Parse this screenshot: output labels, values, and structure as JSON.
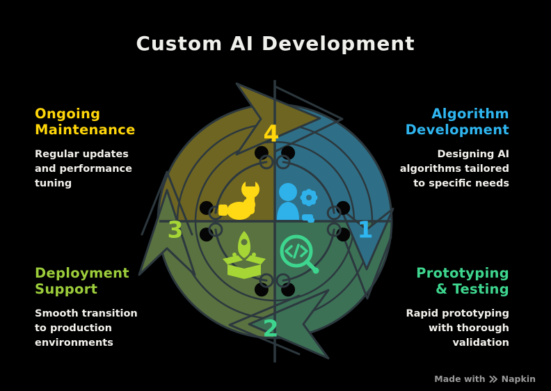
{
  "title": "Custom AI Development",
  "footer": {
    "made_with": "Made with",
    "brand": "Napkin"
  },
  "colors": {
    "background": "#000000",
    "outline": "#2c383e",
    "title_text": "#efefec",
    "description_text": "#f4f2ed",
    "footer_text": "#9a9a9a",
    "step1_blue": "#2fb6f0",
    "step2_green": "#3ed68f",
    "step3_lime": "#9ccd3b",
    "step4_yellow": "#ffd60a",
    "quadrant1_fill": "#2e6f87",
    "quadrant2_fill": "#3c7156",
    "quadrant3_fill": "#5a7140",
    "quadrant4_fill": "#6e6522"
  },
  "diagram": {
    "type": "cycle",
    "direction": "clockwise",
    "steps": [
      {
        "number": "1",
        "label": "Algorithm\nDevelopment",
        "description": "Designing AI\nalgorithms tailored\nto specific needs",
        "icon": "person-gear-icon",
        "position": "top-right"
      },
      {
        "number": "2",
        "label": "Prototyping\n& Testing",
        "description": "Rapid prototyping\nwith thorough\nvalidation",
        "icon": "code-magnifier-icon",
        "position": "bottom-right"
      },
      {
        "number": "3",
        "label": "Deployment\nSupport",
        "description": "Smooth transition\nto production\nenvironments",
        "icon": "rocket-launch-icon",
        "position": "bottom-left"
      },
      {
        "number": "4",
        "label": "Ongoing\nMaintenance",
        "description": "Regular updates\nand performance\ntuning",
        "icon": "wrench-hand-icon",
        "position": "top-left"
      }
    ]
  }
}
